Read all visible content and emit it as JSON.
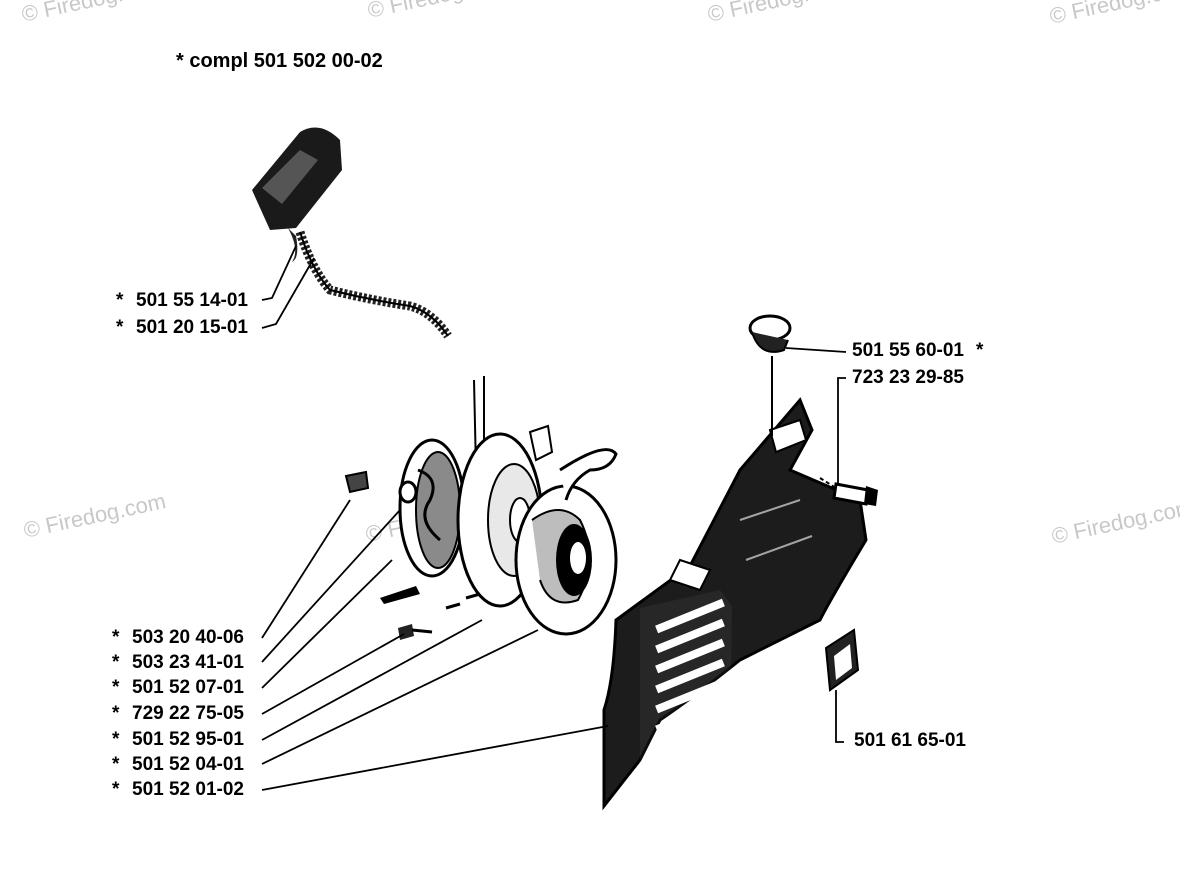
{
  "watermark": "© Firedog.com",
  "header": {
    "assembly_note": "*  compl 501 502 00-02"
  },
  "parts_left": [
    {
      "star": "*",
      "number": "501 55 14-01"
    },
    {
      "star": "*",
      "number": "501 20 15-01"
    },
    {
      "star": "*",
      "number": "503 20 40-06"
    },
    {
      "star": "*",
      "number": "503 23 41-01"
    },
    {
      "star": "*",
      "number": "501 52 07-01"
    },
    {
      "star": "*",
      "number": "729 22 75-05"
    },
    {
      "star": "*",
      "number": "501 52 95-01"
    },
    {
      "star": "*",
      "number": "501 52 04-01"
    },
    {
      "star": "*",
      "number": "501 52 01-02"
    }
  ],
  "parts_right": [
    {
      "number": "501 55 60-01",
      "star": "*"
    },
    {
      "number": "723 23 29-85",
      "star": ""
    },
    {
      "number": "501 61 65-01",
      "star": ""
    }
  ]
}
